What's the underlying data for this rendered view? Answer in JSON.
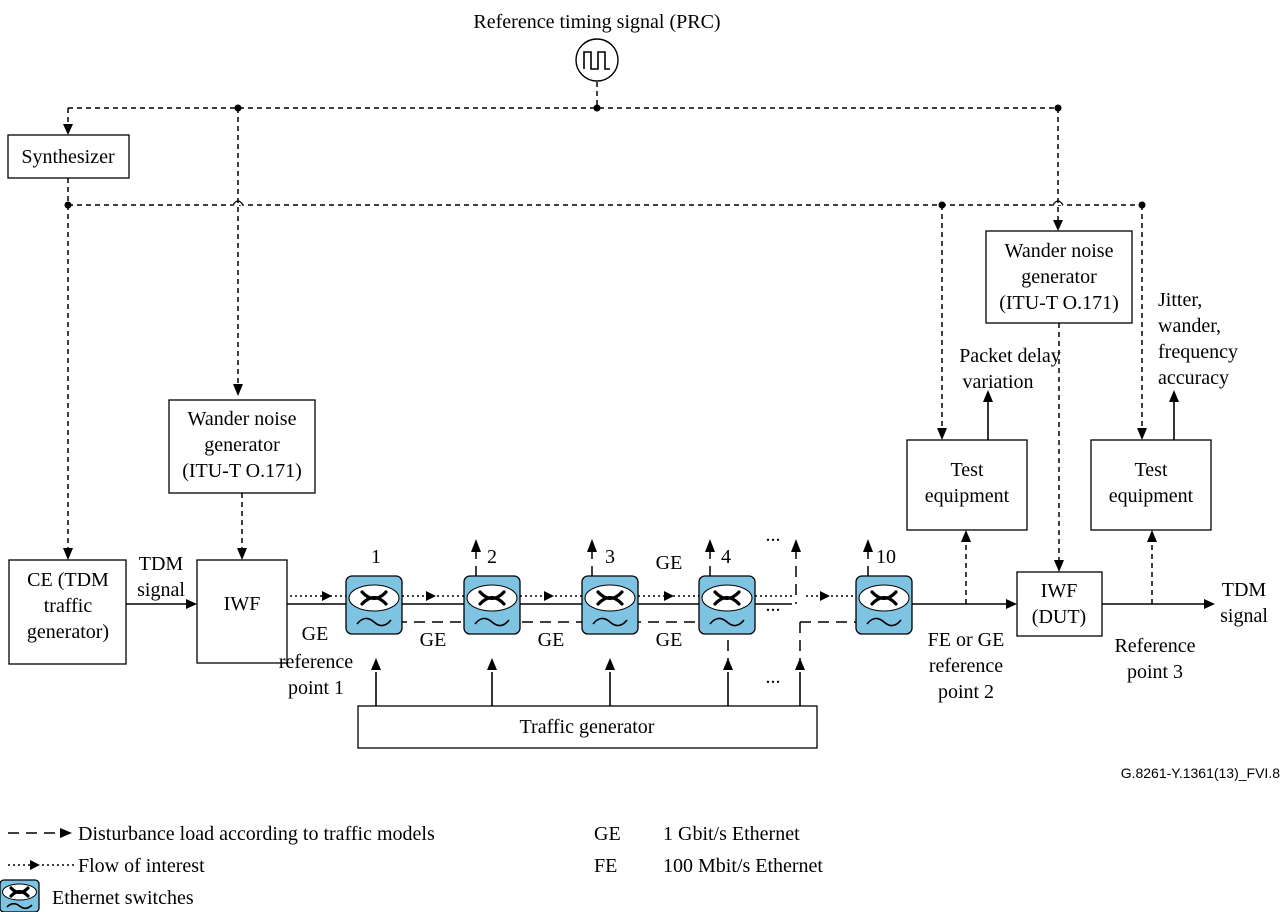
{
  "prc": {
    "label": "Reference timing signal (PRC)"
  },
  "synth": {
    "label": "Synthesizer"
  },
  "wander_left": {
    "line1": "Wander noise",
    "line2": "generator",
    "line3": "(ITU-T O.171)"
  },
  "wander_right": {
    "line1": "Wander noise",
    "line2": "generator",
    "line3": "(ITU-T O.171)"
  },
  "ce": {
    "line1": "CE (TDM",
    "line2": "traffic",
    "line3": "generator)"
  },
  "tdm_in": {
    "line1": "TDM",
    "line2": "signal"
  },
  "iwf": {
    "label": "IWF"
  },
  "iwf_dut": {
    "line1": "IWF",
    "line2": "(DUT)"
  },
  "tdm_out": {
    "line1": "TDM",
    "line2": "signal"
  },
  "test1": {
    "line1": "Test",
    "line2": "equipment"
  },
  "test2": {
    "line1": "Test",
    "line2": "equipment"
  },
  "pdv": {
    "line1": "Packet delay",
    "line2": "variation"
  },
  "jitter": {
    "line1": "Jitter,",
    "line2": "wander,",
    "line3": "frequency",
    "line4": "accuracy"
  },
  "switch_nums": {
    "s1": "1",
    "s2": "2",
    "s3": "3",
    "s4": "4",
    "s10": "10"
  },
  "links": {
    "ge_top": "GE",
    "ge1": "GE",
    "ge2": "GE",
    "ge3": "GE",
    "ge4": "GE"
  },
  "ref1": {
    "line1": "reference",
    "line2": "point 1"
  },
  "ref2": {
    "line1": "FE or GE",
    "line2": "reference",
    "line3": "point 2"
  },
  "ref3": {
    "line1": "Reference",
    "line2": "point 3"
  },
  "ellipsis": "...",
  "traffic_gen": {
    "label": "Traffic generator"
  },
  "figure_id": "G.8261-Y.1361(13)_FVI.8",
  "legend": {
    "disturbance": "Disturbance load according to traffic models",
    "flow": "Flow of interest",
    "switches": "Ethernet switches",
    "ge_abbr": "GE",
    "ge_desc": "1 Gbit/s Ethernet",
    "fe_abbr": "FE",
    "fe_desc": "100 Mbit/s Ethernet"
  }
}
